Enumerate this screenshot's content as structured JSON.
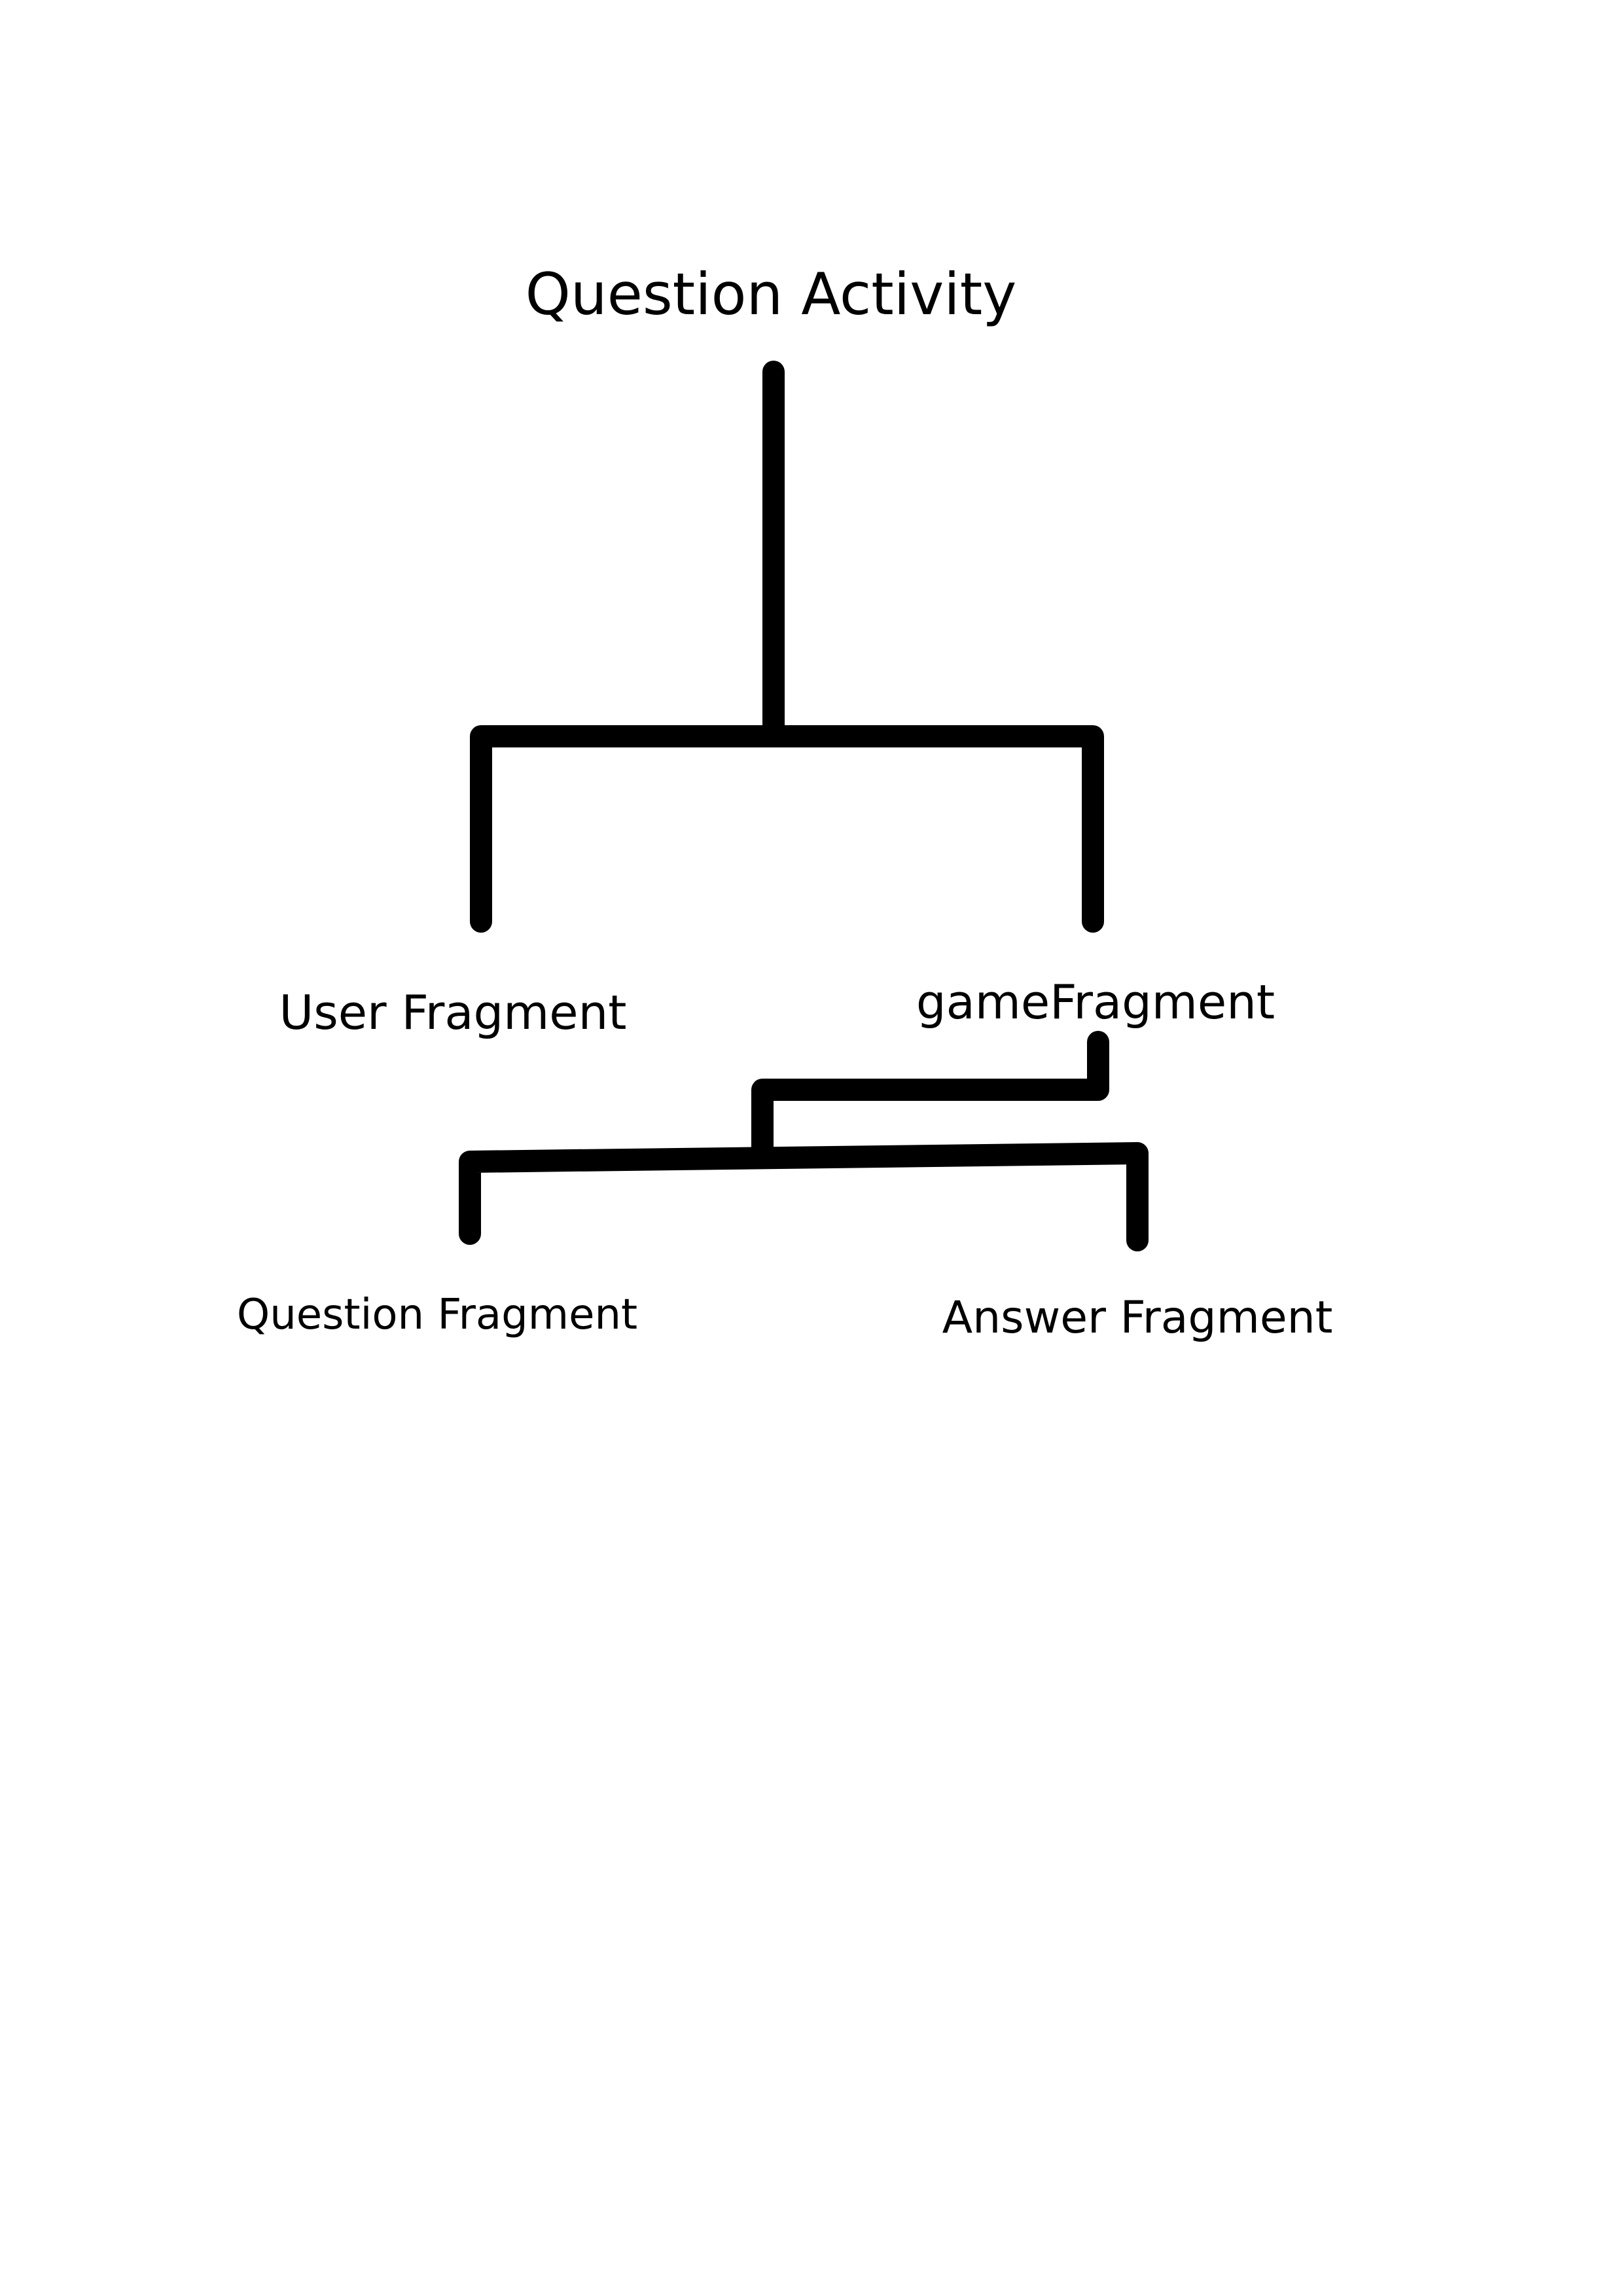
{
  "diagram": {
    "nodes": {
      "root": {
        "label": "Question Activity"
      },
      "user_fragment": {
        "label": "User Fragment"
      },
      "game_fragment": {
        "label": "gameFragment"
      },
      "question_fragment": {
        "label": "Question Fragment"
      },
      "answer_fragment": {
        "label": "Answer Fragment"
      }
    },
    "edges": [
      {
        "from": "Question Activity",
        "to": "User Fragment"
      },
      {
        "from": "Question Activity",
        "to": "gameFragment"
      },
      {
        "from": "gameFragment",
        "to": "Question Fragment"
      },
      {
        "from": "gameFragment",
        "to": "Answer Fragment"
      }
    ],
    "colors": {
      "line": "#000000",
      "text": "#000000",
      "background": "#ffffff"
    }
  }
}
